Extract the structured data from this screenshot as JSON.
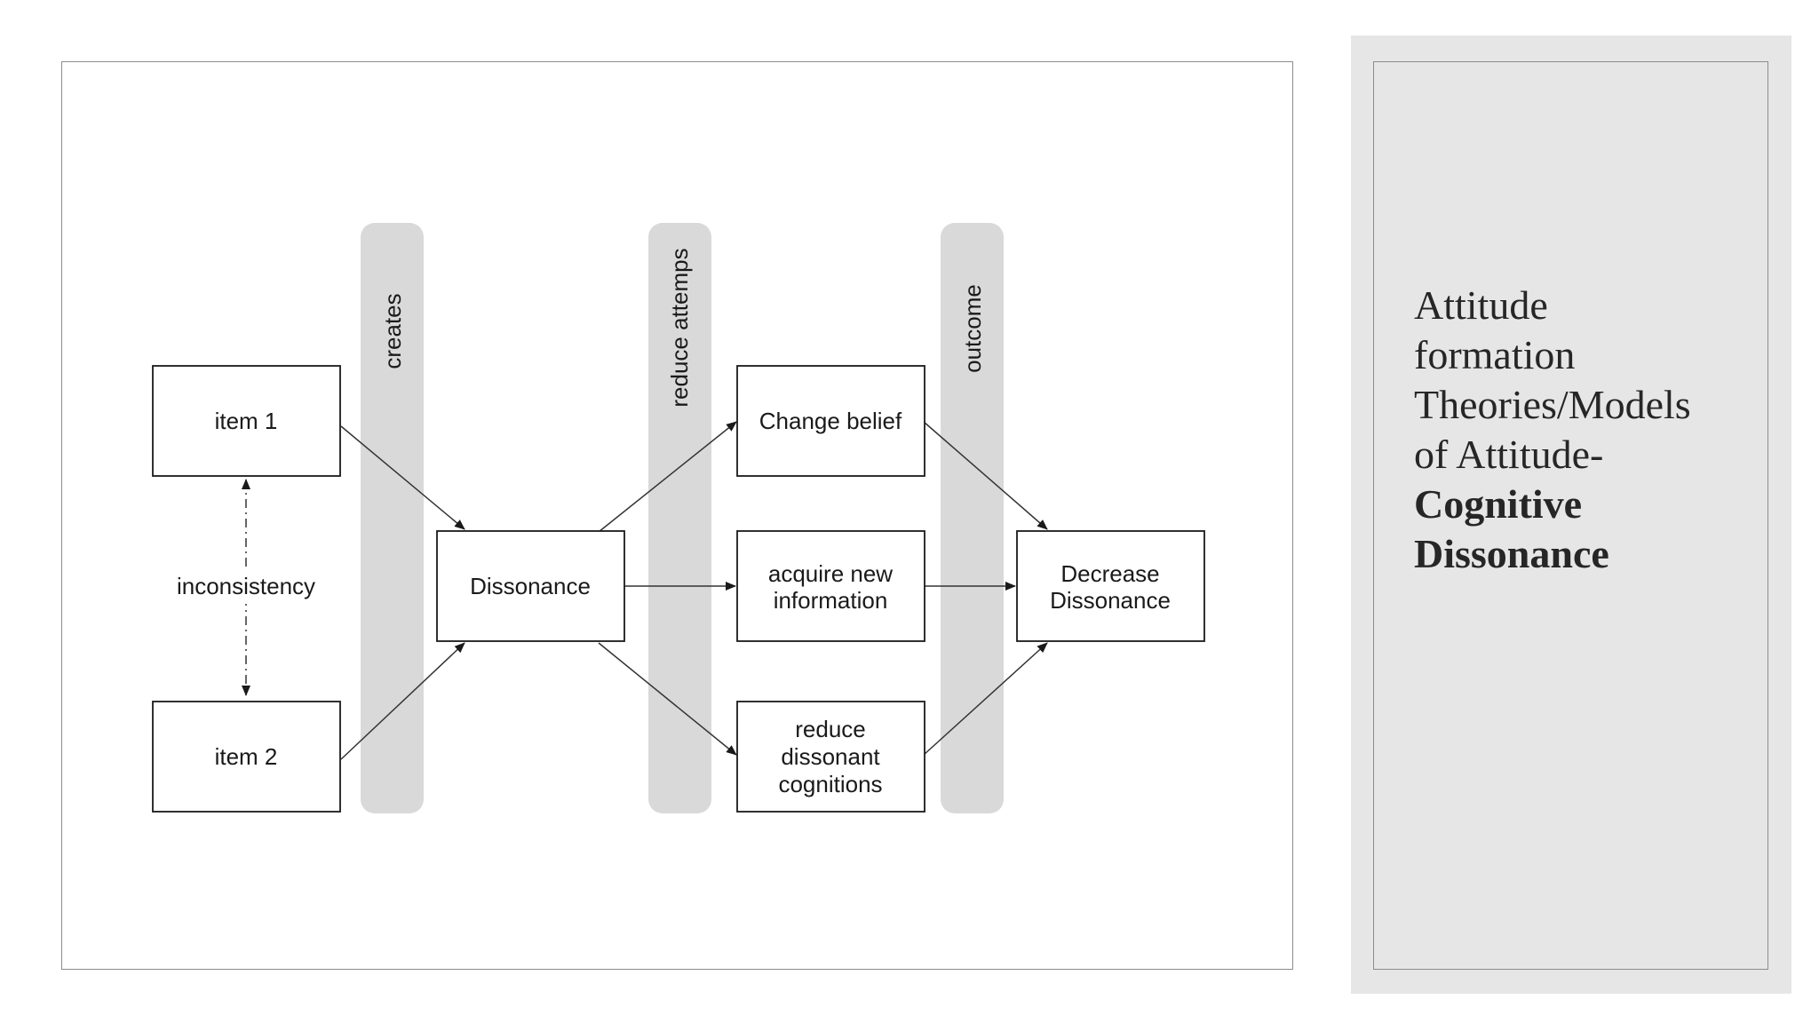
{
  "diagram": {
    "inputs": {
      "item1": "item 1",
      "item2": "item 2",
      "inconsistency": "inconsistency"
    },
    "center": {
      "dissonance": "Dissonance"
    },
    "bands": {
      "creates": "creates",
      "reduce": "reduce attemps",
      "outcome": "outcome"
    },
    "strategies": {
      "change_line1": "Change belief",
      "acquire_line1": "acquire new",
      "acquire_line2": "information",
      "reduce_line1": "reduce",
      "reduce_line2": "dissonant",
      "reduce_line3": "cognitions"
    },
    "result": {
      "line1": "Decrease",
      "line2": "Dissonance"
    },
    "colors": {
      "band": "#d9d9d9",
      "box_border": "#1a1a1a",
      "arrow": "#333333"
    }
  },
  "side": {
    "title_part1": "Attitude",
    "title_part2": "formation",
    "title_part3": "Theories/Models",
    "title_part4": "of Attitude-",
    "title_bold1": "Cognitive",
    "title_bold2": "Dissonance",
    "panel_color": "#e6e6e6"
  }
}
